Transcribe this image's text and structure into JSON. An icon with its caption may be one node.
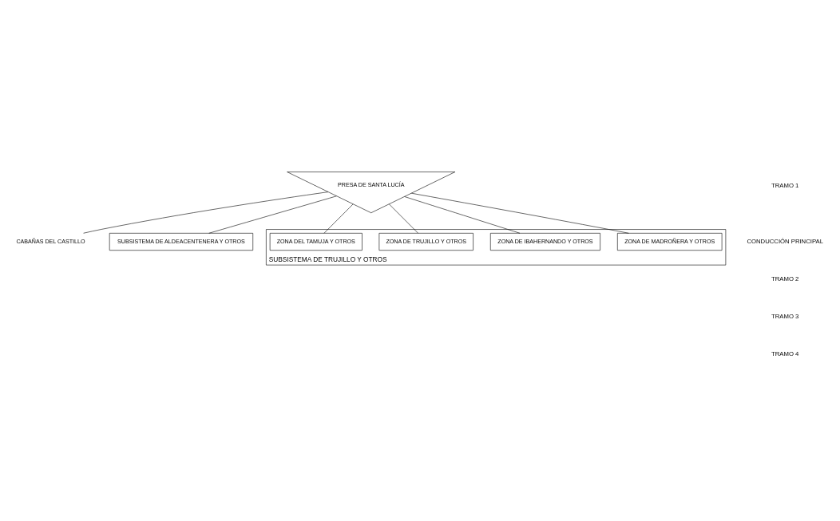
{
  "diagram": {
    "nodes": [
      {
        "text": [
          "PRESA DE SANTA LUCÍA"
        ]
      },
      {
        "text": [
          "CABAÑAS DEL CASTILLO"
        ]
      },
      {
        "text": [
          "SUBSISTEMA DE ALDEACENTENERA Y OTROS"
        ]
      },
      {
        "text": [
          "SUBSISTEMA DE TRUJILLO Y OTROS"
        ]
      },
      {
        "text": [
          "ZONA DE MADROÑERA Y OTROS"
        ],
        "in": 3
      },
      {
        "text": [
          "ZONA DE IBAHERNANDO Y OTROS"
        ],
        "in": 3
      },
      {
        "text": [
          "ZONA DE TRUJILLO Y OTROS"
        ],
        "in": 3
      },
      {
        "text": [
          "ZONA DEL TAMUJA Y OTROS"
        ],
        "in": 3
      }
    ],
    "edges": [
      {
        "from": 0,
        "to": 1,
        "arrow": "none"
      },
      {
        "from": 0,
        "to": 2,
        "arrow": "none"
      },
      {
        "from": 0,
        "to": 4,
        "arrow": "none"
      },
      {
        "from": 0,
        "to": 5,
        "arrow": "none"
      },
      {
        "from": 0,
        "to": 6,
        "arrow": "none"
      },
      {
        "from": 0,
        "to": 7,
        "arrow": "none"
      }
    ],
    "labels": [
      "TRAMO 1",
      "CONDUCCIÓN PRINCIPAL",
      "TRAMO 2",
      "TRAMO 3",
      "TRAMO 4"
    ]
  }
}
